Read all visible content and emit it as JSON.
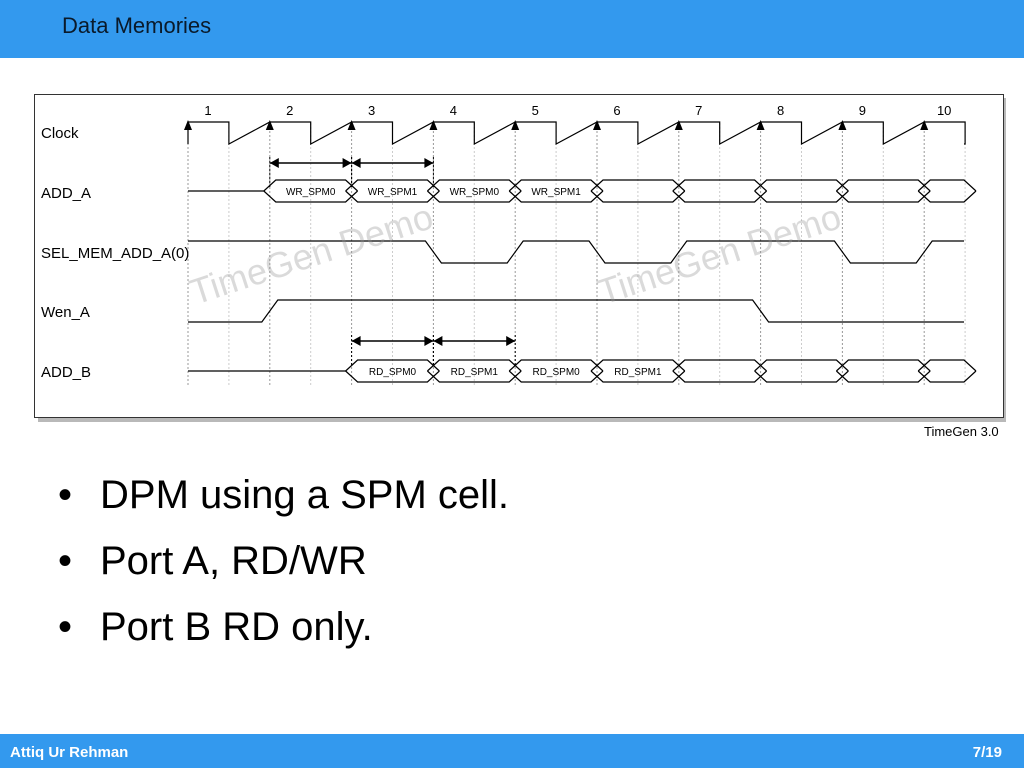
{
  "header": {
    "title": "Data Memories"
  },
  "diagram": {
    "clock_numbers": [
      "1",
      "2",
      "3",
      "4",
      "5",
      "6",
      "7",
      "8",
      "9",
      "10"
    ],
    "signals": [
      "Clock",
      "ADD_A",
      "SEL_MEM_ADD_A(0)",
      "Wen_A",
      "ADD_B"
    ],
    "add_a_labels": [
      "WR_SPM0",
      "WR_SPM1",
      "WR_SPM0",
      "WR_SPM1"
    ],
    "add_b_labels": [
      "RD_SPM0",
      "RD_SPM1",
      "RD_SPM0",
      "RD_SPM1"
    ],
    "watermark": "TimeGen Demo",
    "version": "TimeGen 3.0"
  },
  "bullets": [
    "DPM using a SPM cell.",
    "Port A, RD/WR",
    "Port B RD only."
  ],
  "footer": {
    "author": "Attiq Ur Rehman",
    "page": "7/19"
  },
  "colors": {
    "bar": "#3399ee"
  }
}
